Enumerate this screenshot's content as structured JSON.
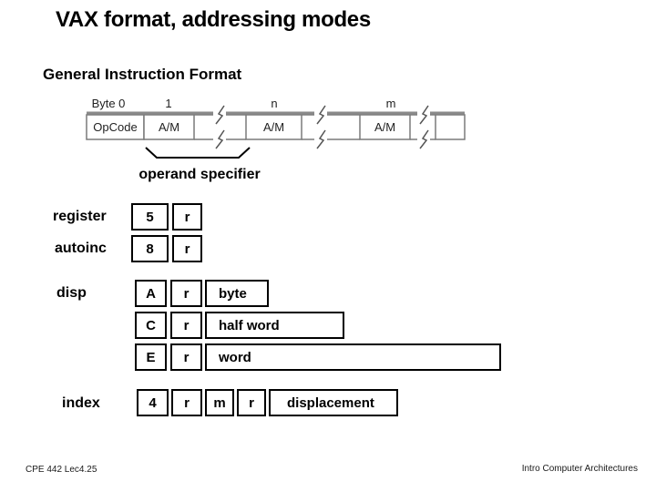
{
  "header": {
    "title": "VAX format, addressing modes",
    "subtitle": "General Instruction Format"
  },
  "diagram": {
    "byte_labels": [
      "Byte 0",
      "1",
      "n",
      "m"
    ],
    "cells": [
      "OpCode",
      "A/M",
      "A/M",
      "A/M"
    ],
    "brace_label": "operand specifier"
  },
  "modes": {
    "register": {
      "label": "register",
      "cells": [
        "5",
        "r"
      ]
    },
    "autoinc": {
      "label": "autoinc",
      "cells": [
        "8",
        "r"
      ]
    },
    "disp": {
      "label": "disp",
      "rows": [
        [
          "A",
          "r",
          "byte"
        ],
        [
          "C",
          "r",
          "half word"
        ],
        [
          "E",
          "r",
          "word"
        ]
      ]
    },
    "index": {
      "label": "index",
      "cells": [
        "4",
        "r",
        "m",
        "r",
        "displacement"
      ]
    }
  },
  "footer": {
    "left": "CPE 442  Lec4.25",
    "right": "Intro Computer Architectures"
  },
  "colors": {
    "background": "#ffffff",
    "text": "#000000",
    "diagram_stroke": "#7a7a7a",
    "table_border": "#000000"
  }
}
